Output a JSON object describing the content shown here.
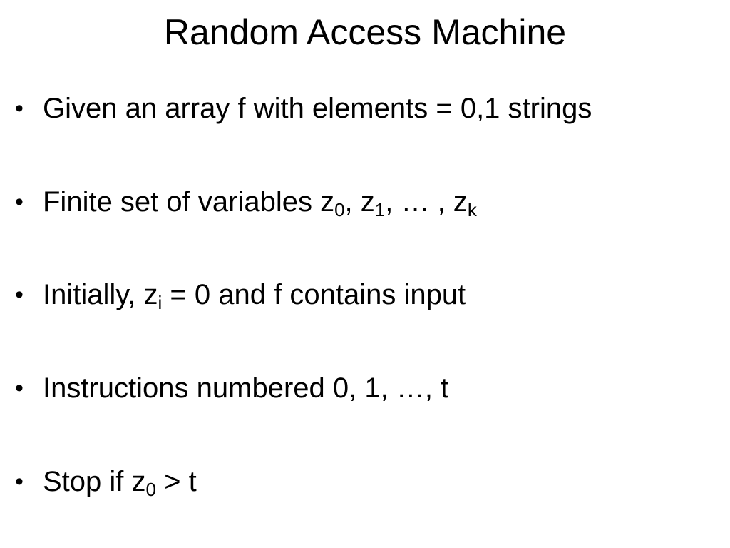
{
  "slide": {
    "title": "Random Access Machine",
    "bullet_symbol": "•",
    "bullets": [
      {
        "parts": [
          {
            "text": "Given an array f with elements = 0,1 strings"
          }
        ]
      },
      {
        "parts": [
          {
            "text": "Finite set of variables z"
          },
          {
            "sub": "0"
          },
          {
            "text": ", z"
          },
          {
            "sub": "1"
          },
          {
            "text": ", … , z"
          },
          {
            "sub": "k"
          }
        ]
      },
      {
        "parts": [
          {
            "text": "Initially, z"
          },
          {
            "sub": "i"
          },
          {
            "text": " = 0 and f contains input"
          }
        ]
      },
      {
        "parts": [
          {
            "text": "Instructions numbered 0, 1, …, t"
          }
        ]
      },
      {
        "parts": [
          {
            "text": "Stop if z"
          },
          {
            "sub": "0"
          },
          {
            "text": " > t"
          }
        ]
      }
    ]
  }
}
